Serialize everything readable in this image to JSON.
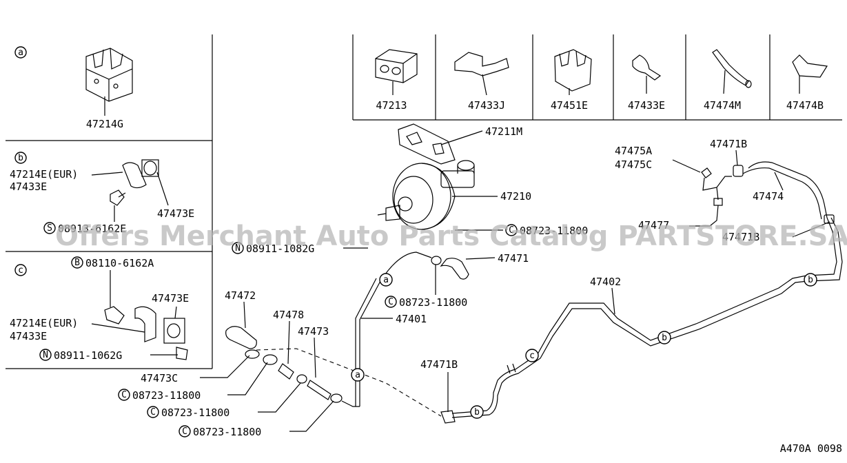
{
  "panels": {
    "a": {
      "marker": "a",
      "part": "47214G"
    },
    "b": {
      "marker": "b",
      "parts": [
        "47214E(EUR)",
        "47433E"
      ],
      "hose": "47473E",
      "bolt_prefix": "S",
      "bolt": "08913-6162E"
    },
    "c": {
      "marker": "c",
      "bolt_prefix": "B",
      "bolt": "08110-6162A",
      "hose": "47473E",
      "parts": [
        "47214E(EUR)",
        "47433E"
      ],
      "nut_prefix": "N",
      "nut": "08911-1062G"
    }
  },
  "top_parts": [
    "47213",
    "47433J",
    "47451E",
    "47433E",
    "47474M",
    "47474B"
  ],
  "main": {
    "bracket": "47211M",
    "master_vacuum": "47210",
    "clamp_upper": {
      "prefix": "C",
      "code": "08723-11800"
    },
    "nut_left": {
      "prefix": "N",
      "code": "08911-1082G"
    },
    "hose_47471": "47471",
    "clamp_mid": {
      "prefix": "C",
      "code": "08723-11800"
    },
    "tube_47401": "47401",
    "check_valve": [
      "47475A",
      "47475C"
    ],
    "clip_top": "47471B",
    "hose_47474": "47474",
    "tube_47477": "47477",
    "clip_right": "47471B",
    "tube_47402": "47402",
    "clip_bottom": "47471B",
    "hose_47472": "47472",
    "hose_47478": "47478",
    "hose_47473": "47473",
    "hose_47473C": "47473C",
    "clamps_lower": [
      {
        "prefix": "C",
        "code": "08723-11800"
      },
      {
        "prefix": "C",
        "code": "08723-11800"
      },
      {
        "prefix": "C",
        "code": "08723-11800"
      }
    ],
    "markers": [
      "a",
      "a",
      "b",
      "b",
      "b",
      "c"
    ]
  },
  "watermark": "Offers Merchant Auto Parts Catalog PARTSTORE.SA",
  "figure_code": "A470A 0098"
}
